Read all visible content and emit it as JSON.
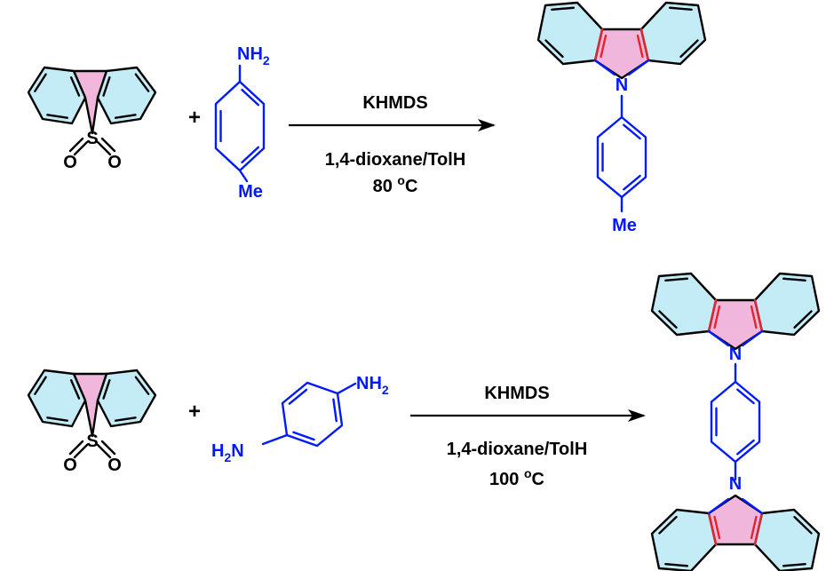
{
  "colors": {
    "bond": "#000000",
    "ring_fill": "#c4ecf7",
    "five_ring_fill": "#f1b6dc",
    "amine": "#0019ff",
    "red_bond": "#e3262e"
  },
  "reaction1": {
    "plus": "+",
    "sulfonyl_S": "S",
    "sulfonyl_O": "O",
    "amine_group": "NH",
    "amine_sub": "2",
    "methyl": "Me",
    "reagent": "KHMDS",
    "solvent": "1,4-dioxane/TolH",
    "temp_value": "80 ",
    "temp_degree": "o",
    "temp_unit": "C",
    "product_N": "N",
    "product_methyl": "Me"
  },
  "reaction2": {
    "plus": "+",
    "sulfonyl_S": "S",
    "sulfonyl_O": "O",
    "amine_group": "NH",
    "amine_sub": "2",
    "amine2_main": "H",
    "amine2_sub": "2",
    "amine2_N": "N",
    "reagent": "KHMDS",
    "solvent": "1,4-dioxane/TolH",
    "temp_value": "100 ",
    "temp_degree": "o",
    "temp_unit": "C",
    "product_N": "N"
  }
}
